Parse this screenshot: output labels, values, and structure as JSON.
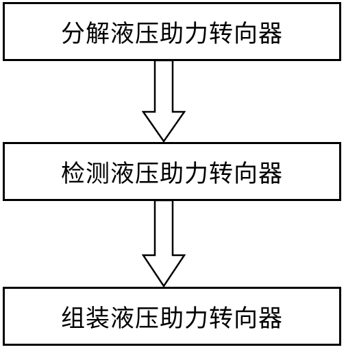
{
  "diagram": {
    "steps": [
      {
        "label": "分解液压助力转向器"
      },
      {
        "label": "检测液压助力转向器"
      },
      {
        "label": "组装液压助力转向器"
      }
    ],
    "colors": {
      "stroke": "#000000",
      "fill": "#ffffff"
    }
  }
}
